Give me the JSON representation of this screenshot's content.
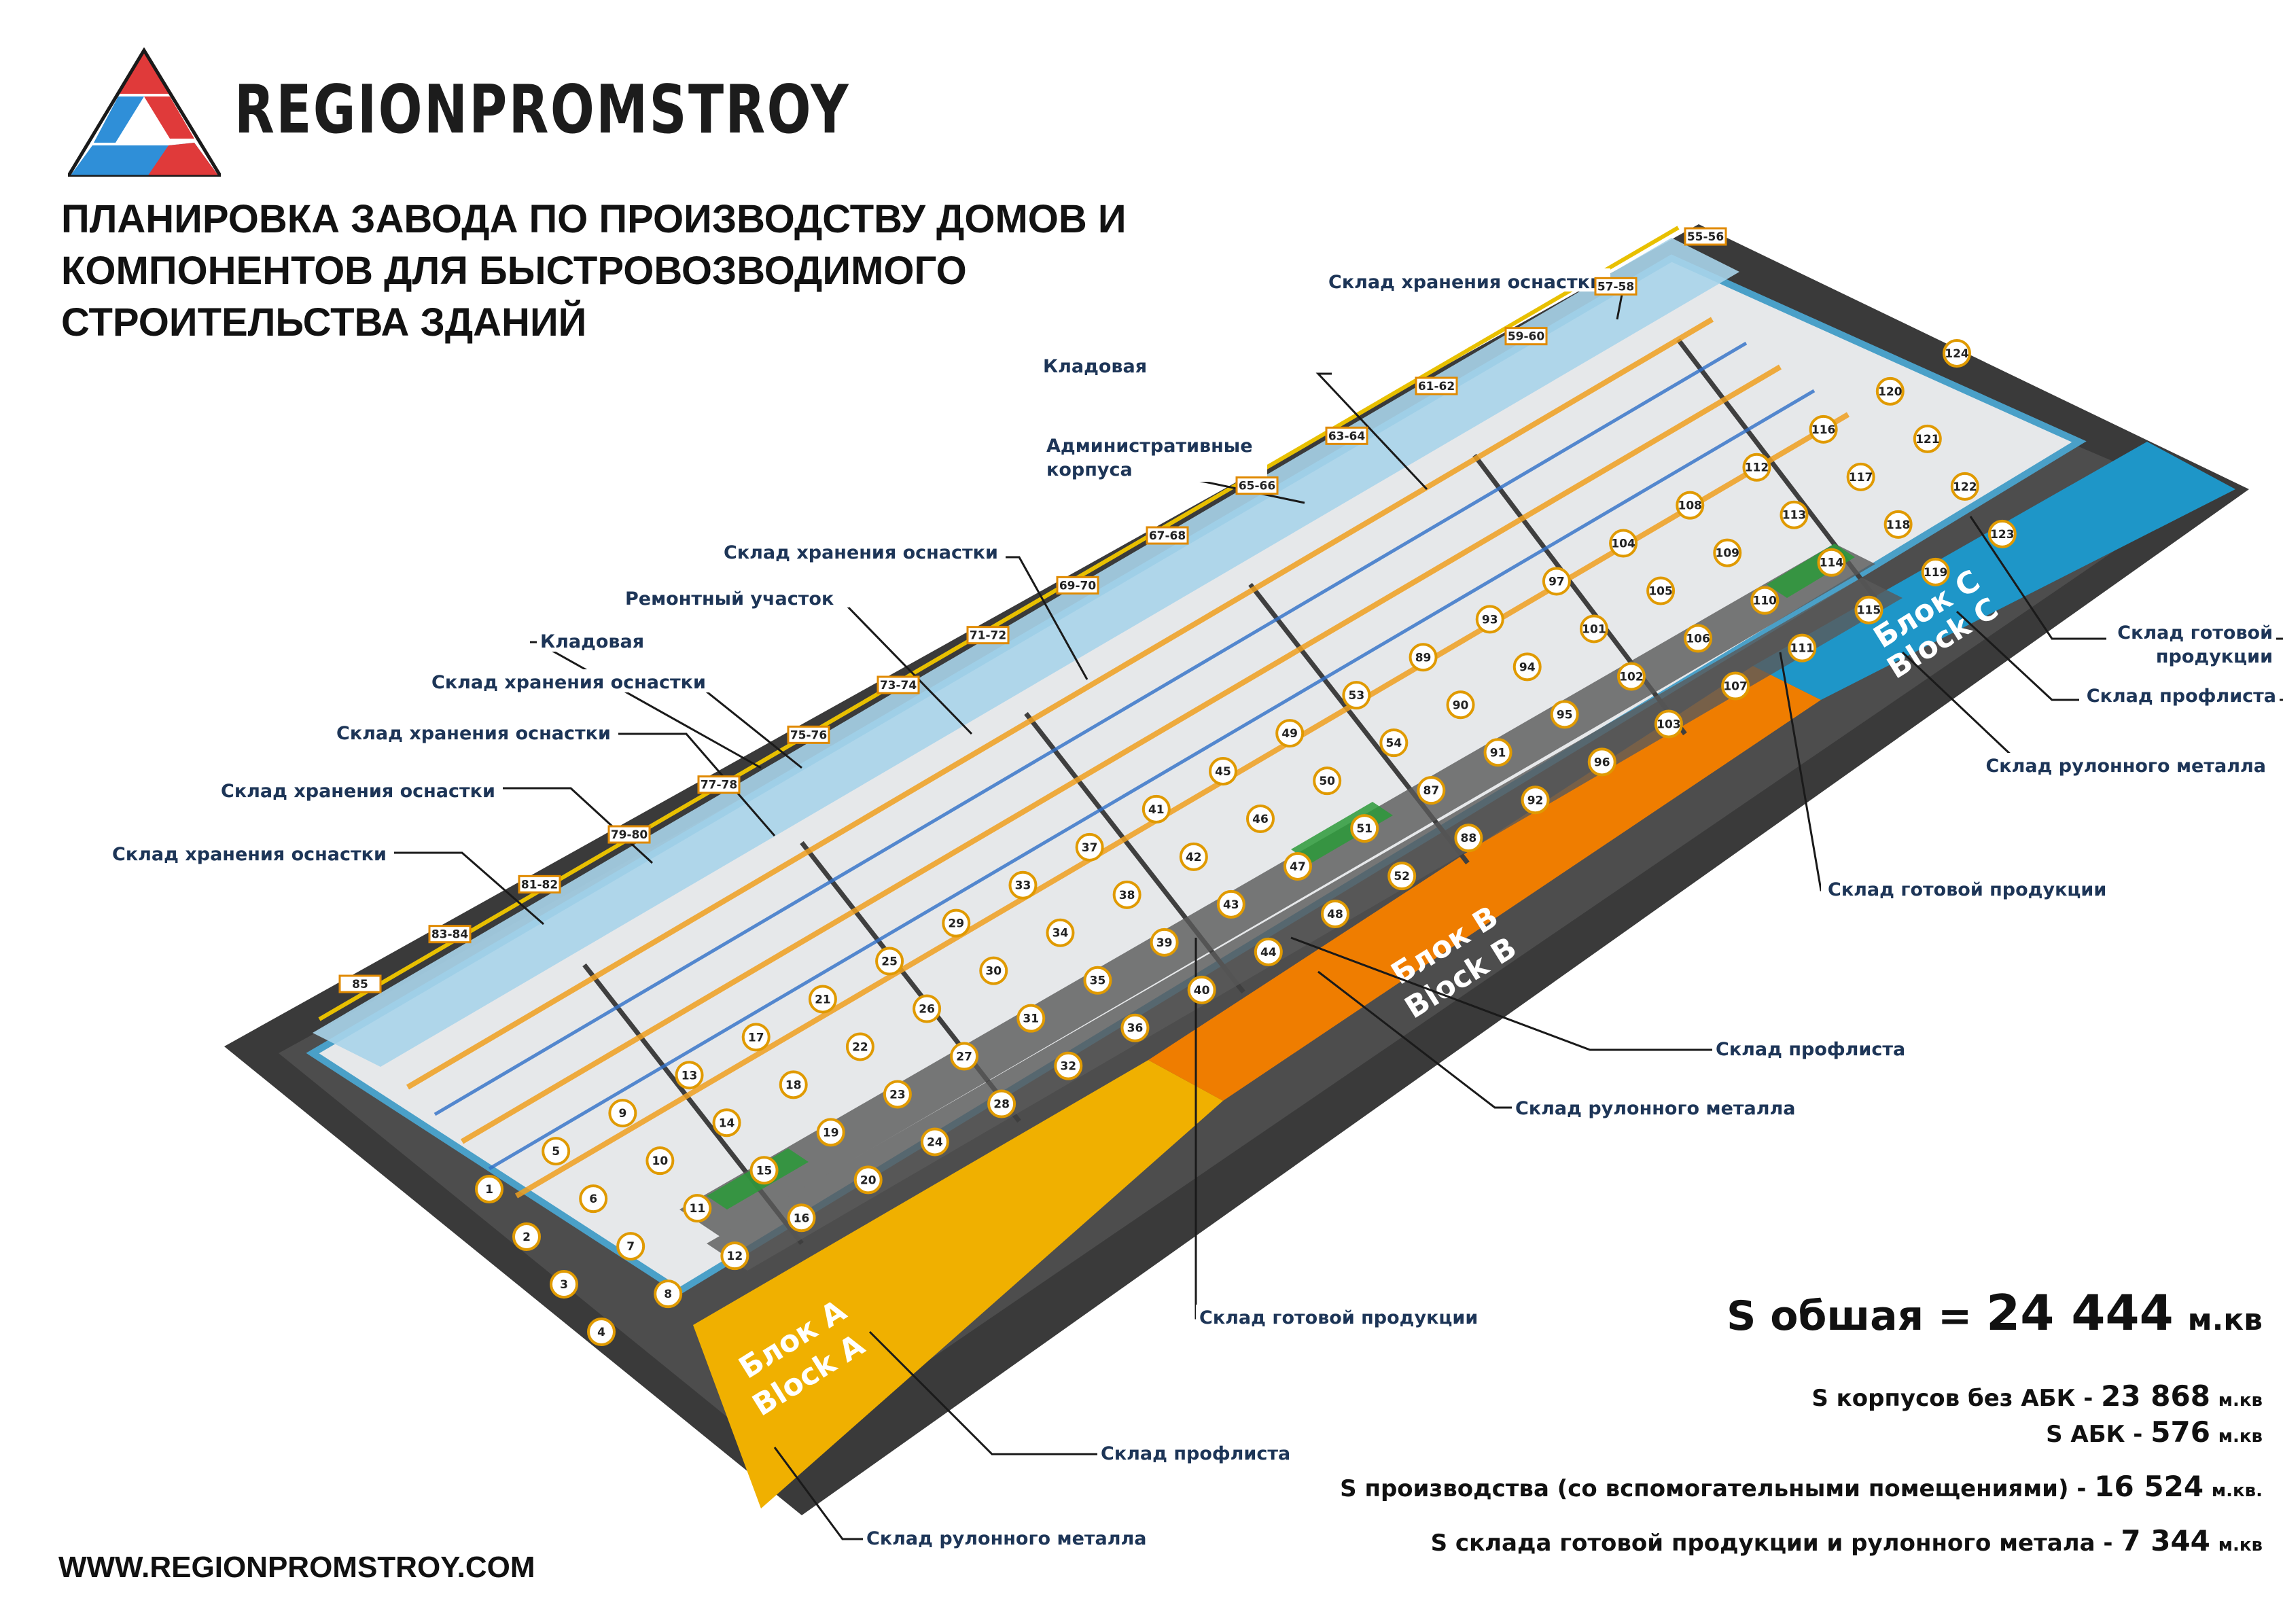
{
  "brand": {
    "name": "REGIONPROMSTROY",
    "website": "WWW.REGIONPROMSTROY.COM"
  },
  "title_lines": [
    "ПЛАНИРОВКА ЗАВОДА ПО ПРОИЗВОДСТВУ ДОМОВ И",
    "КОМПОНЕНТОВ ДЛЯ БЫСТРОВОЗВОДИМОГО",
    "СТРОИТЕЛЬСТВА ЗДАНИЙ"
  ],
  "blocks": [
    {
      "ru": "Блок A",
      "en": "Block A",
      "color": "#f0b000"
    },
    {
      "ru": "Блок B",
      "en": "Block B",
      "color": "#ef7d00"
    },
    {
      "ru": "Блок C",
      "en": "Block C",
      "color": "#1e96c8"
    }
  ],
  "labels": {
    "tooling_storage": "Склад хранения оснастки",
    "pantry": "Кладовая",
    "admin_1": "Административные",
    "admin_2": "корпуса",
    "repair": "Ремонтный участок",
    "finished_goods": "Склад готовой продукции",
    "finished_goods_1": "Склад готовой",
    "finished_goods_2": "продукции",
    "profiled_sheet": "Склад профлиста",
    "coil_metal": "Склад рулонного металла"
  },
  "stats": {
    "total_label": "S обшая",
    "total_value": "24 444",
    "unit": "м.кв",
    "unit_dot": "м.кв.",
    "buildings_label": "S корпусов без АБК",
    "buildings_value": "23 868",
    "abk_label": "S АБК",
    "abk_value": "576",
    "production_label": "S производства (со вспомогательными помещениями)",
    "production_value": "16 524",
    "warehouse_label": "S склада готовой продукции и рулонного метала",
    "warehouse_value": "7 344"
  },
  "station_numbers": [
    "1",
    "2",
    "3",
    "4",
    "5",
    "6",
    "7",
    "8",
    "9",
    "10",
    "11",
    "12",
    "13",
    "14",
    "15",
    "16",
    "17",
    "18",
    "19",
    "20",
    "21",
    "22",
    "23",
    "24",
    "25",
    "26",
    "27",
    "28",
    "29",
    "30",
    "31",
    "32",
    "33",
    "34",
    "35",
    "36",
    "37",
    "38",
    "39",
    "40",
    "41",
    "42",
    "43",
    "44",
    "45",
    "46",
    "47",
    "48",
    "49",
    "50",
    "51",
    "52",
    "53",
    "54",
    "87",
    "88",
    "89",
    "90",
    "91",
    "92",
    "93",
    "94",
    "95",
    "96",
    "97",
    "101",
    "102",
    "103",
    "104",
    "105",
    "106",
    "107",
    "108",
    "109",
    "110",
    "111",
    "112",
    "113",
    "114",
    "115",
    "116",
    "117",
    "118",
    "119",
    "120",
    "121",
    "122",
    "123",
    "124"
  ],
  "dock_numbers": [
    "55-56",
    "57-58",
    "59-60",
    "61-62",
    "63-64",
    "65-66",
    "67-68",
    "69-70",
    "71-72",
    "73-74",
    "75-76",
    "77-78",
    "79-80",
    "81-82",
    "83-84",
    "85"
  ],
  "colors": {
    "frame": "#3a3a3a",
    "wall": "#4aa0c8",
    "floor": "#e6e8ea",
    "text": "#1d3557"
  }
}
